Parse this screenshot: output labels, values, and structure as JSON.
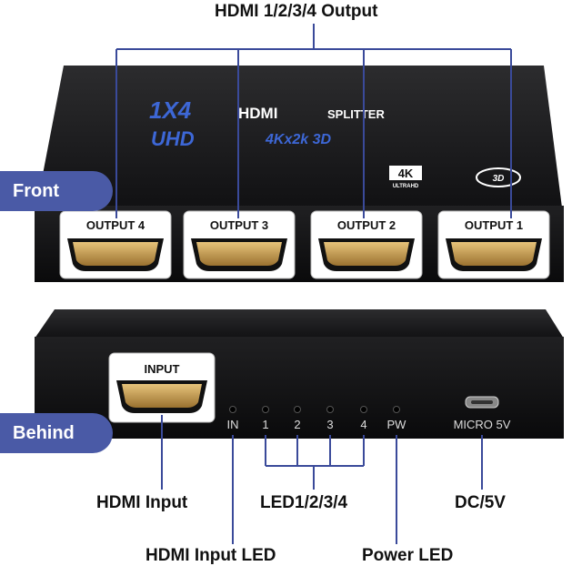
{
  "callouts": {
    "outputs": "HDMI 1/2/3/4 Output",
    "hdmi_input": "HDMI Input",
    "hdmi_input_led": "HDMI Input LED",
    "leds": "LED1/2/3/4",
    "dc": "DC/5V",
    "power_led": "Power LED"
  },
  "labels": {
    "front": "Front",
    "behind": "Behind"
  },
  "front_panel": {
    "title_main": "1X4",
    "title_hdmi": "HDMI",
    "title_splitter": "SPLITTER",
    "subtitle_uhd": "UHD",
    "subtitle_res": "4Kx2k 3D",
    "badge_4k": "4K",
    "badge_ultrahd": "ULTRAHD",
    "ports": [
      "OUTPUT 4",
      "OUTPUT 3",
      "OUTPUT 2",
      "OUTPUT 1"
    ]
  },
  "back_panel": {
    "input_label": "INPUT",
    "led_labels": [
      "IN",
      "1",
      "2",
      "3",
      "4",
      "PW"
    ],
    "micro_label": "MICRO 5V"
  },
  "colors": {
    "accent": "#4a5aa6",
    "line": "#3a4a9a",
    "body": "#1a1a1a",
    "port_gold": "#c69b52"
  }
}
